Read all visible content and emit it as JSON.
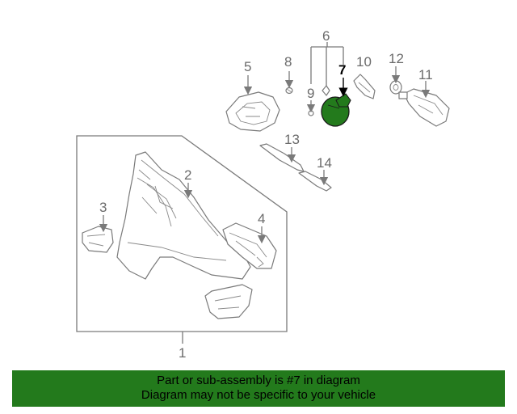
{
  "callouts": {
    "c1": "1",
    "c2": "2",
    "c3": "3",
    "c4": "4",
    "c5": "5",
    "c6": "6",
    "c7": "7",
    "c8": "8",
    "c9": "9",
    "c10": "10",
    "c11": "11",
    "c12": "12",
    "c13": "13",
    "c14": "14"
  },
  "highlight_part": "7",
  "highlight_color": "#237a1c",
  "banner": {
    "line1": "Part or sub-assembly is #7 in diagram",
    "line2": "Diagram may not be specific to your vehicle",
    "background": "#237a1c"
  }
}
